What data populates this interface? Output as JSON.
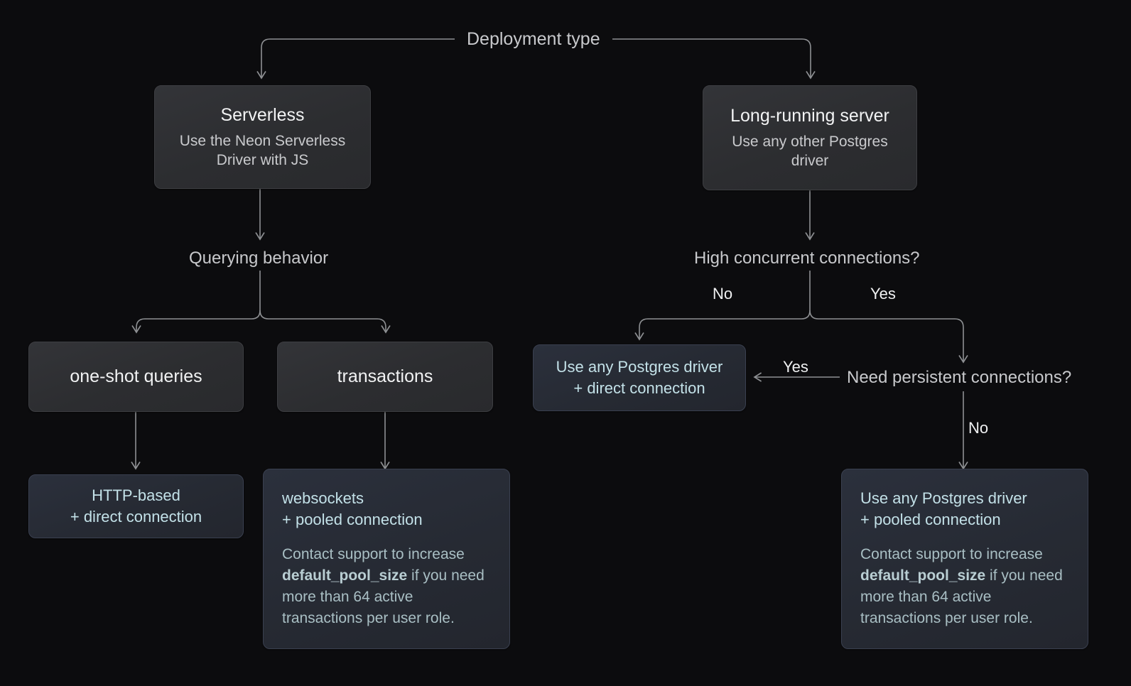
{
  "diagram": {
    "title": "Deployment type",
    "background": "#0c0c0e",
    "accent_blue_text": "#c3e1e8",
    "line_color": "#8e9093",
    "nodes": {
      "serverless": {
        "title": "Serverless",
        "subtitle": "Use the Neon Serverless\nDriver with JS"
      },
      "long_running": {
        "title": "Long-running server",
        "subtitle": "Use any other Postgres\ndriver"
      },
      "querying_behavior": {
        "label": "Querying behavior"
      },
      "high_concurrent": {
        "label": "High concurrent connections?"
      },
      "need_persistent": {
        "label": "Need persistent connections?"
      },
      "one_shot": {
        "title": "one-shot queries"
      },
      "transactions": {
        "title": "transactions"
      },
      "http_based": {
        "head": "HTTP-based\n+ direct connection"
      },
      "websockets": {
        "head": "websockets\n+ pooled connection",
        "body_before": "Contact support to increase ",
        "body_code": "default_pool_size",
        "body_after": " if you need more than 64 active transactions per user role."
      },
      "pg_direct": {
        "head": "Use any Postgres driver\n+ direct connection"
      },
      "pg_pooled": {
        "head": "Use any Postgres driver\n+ pooled connection",
        "body_before": "Contact support to increase ",
        "body_code": "default_pool_size",
        "body_after": " if you need more than 64 active transactions per user role."
      }
    },
    "edge_labels": {
      "concurrent_no": "No",
      "concurrent_yes": "Yes",
      "persistent_yes": "Yes",
      "persistent_no": "No"
    }
  }
}
